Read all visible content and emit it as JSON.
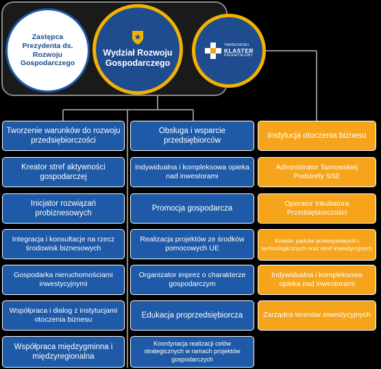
{
  "header": {
    "vice_president": "Zastępca Prezydenta ds. Rozwoju Gospodarczego",
    "department": "Wydział Rozwoju Gospodarczego",
    "klaster": {
      "line1": "TARNOWSKI",
      "line2": "KLASTER",
      "line3": "PRZEMYSŁOWY"
    }
  },
  "column1": [
    "Tworzenie warunków do rozwoju przedsiębiorczości",
    "Kreator stref aktywności gospodarczej",
    "Inicjator rozwiązań probiznesowych",
    "Integracja i konsultacje na rzecz środowisk biznesowych",
    "Gospodarka nieruchomościami inwestycyjnymi",
    "Współpraca i dialog z instytucjami otoczenia biznesu",
    "Współpraca międzygminna i międzyregionalna"
  ],
  "column2": [
    "Obsługa i wsparcie przedsiębiorców",
    "Indywidualna i kompleksowa opieka nad inwestorami",
    "Promocja gospodarcza",
    "Realizacja projektów ze środków pomocowych UE",
    "Organizator imprez o charakterze gospodarczym",
    "Edukacja proprzedsiębiorcza",
    "Koordynacja realizacji celów strategicznych w ramach projektów gospodarczych"
  ],
  "column3": [
    "Instytucja otoczenia biznesu",
    "Administrator Tarnowskiej Podstrefy SSE",
    "Operator Inkubatora Przedsiębiorczości",
    "Kreator parków przemysłowych i technologicznych oraz stref inwestycyjnych",
    "Indywidualna i kompleksowa opieka nad inwestorami",
    "Zarządca terenów inwestycyjnych"
  ],
  "colors": {
    "blue": "#1e5aa8",
    "dark_blue": "#1e4c8f",
    "orange": "#f5a41c",
    "gold_ring": "#f2b300"
  }
}
